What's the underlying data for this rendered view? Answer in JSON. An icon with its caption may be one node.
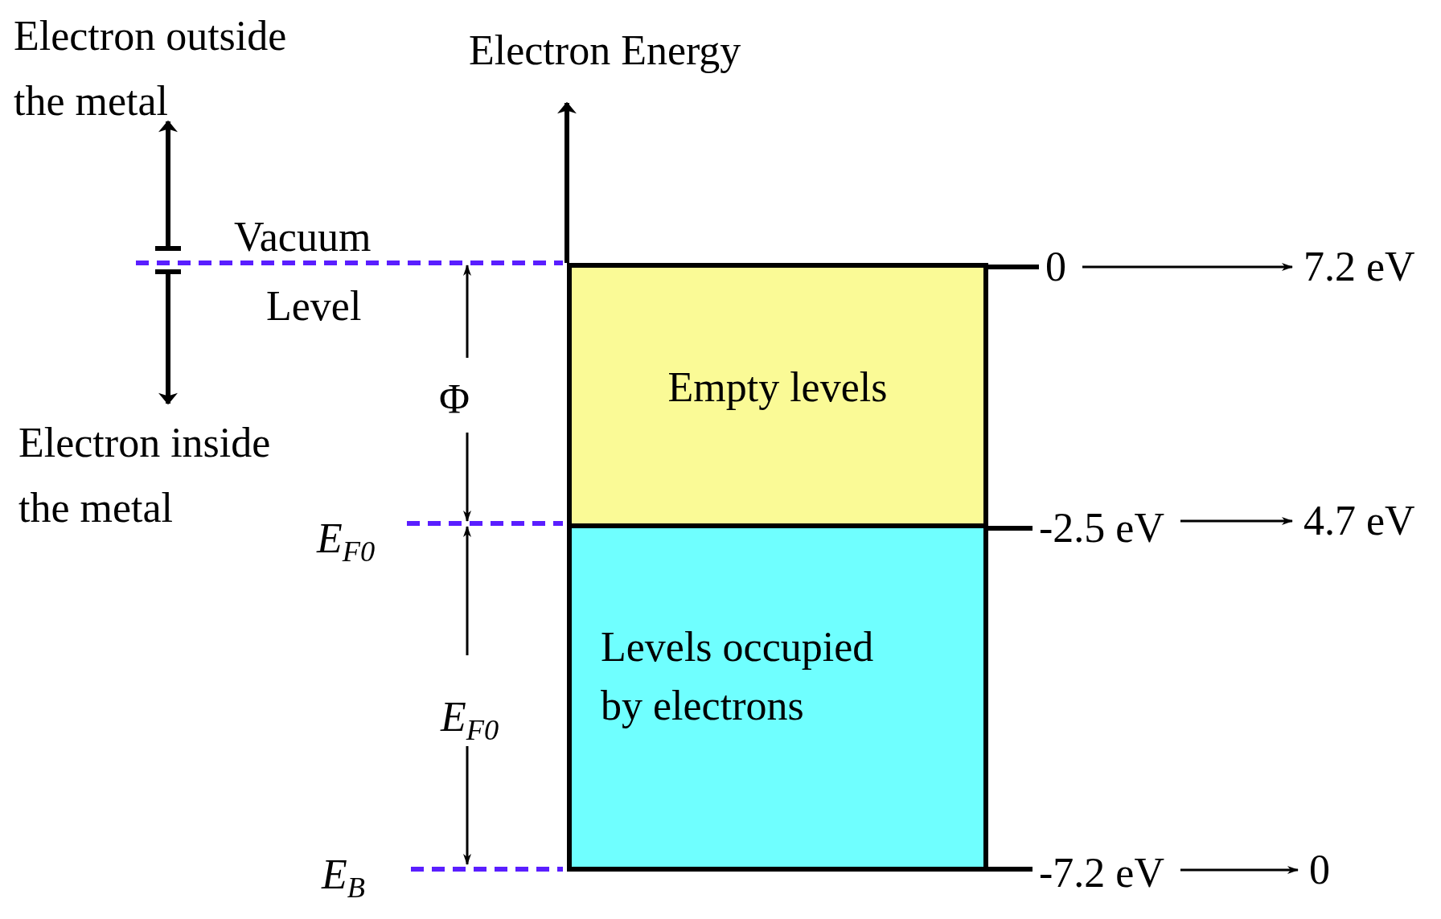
{
  "diagram": {
    "nodes": [
      {
        "text": [
          "Empty levels"
        ]
      },
      {
        "text": [
          "Levels occupied by electrons"
        ]
      },
      {
        "text": [
          "0"
        ]
      },
      {
        "text": [
          "7.2 eV"
        ]
      },
      {
        "text": [
          "-2.5 eV"
        ]
      },
      {
        "text": [
          "4.7 eV"
        ]
      },
      {
        "text": [
          "-7.2 eV"
        ]
      },
      {
        "text": [
          "0"
        ]
      }
    ],
    "edges": [
      {
        "from": 2,
        "to": 3,
        "arrow": "to"
      },
      {
        "from": 4,
        "to": 5,
        "arrow": "to"
      },
      {
        "from": 6,
        "to": 7,
        "arrow": "to"
      },
      {
        "from": 0,
        "to": 2,
        "arrow": "none",
        "style": "thick"
      },
      {
        "from": 0,
        "to": 4,
        "arrow": "none",
        "style": "thick"
      },
      {
        "from": 1,
        "to": 6,
        "arrow": "none",
        "style": "thick"
      }
    ],
    "labels": [
      "Electron outside the metal",
      "Electron Energy",
      "Vacuum",
      "Level",
      "Φ",
      "Electron inside the metal",
      "E$_{F0}$",
      "E$_{F0}$",
      "E$_{B}$"
    ]
  }
}
